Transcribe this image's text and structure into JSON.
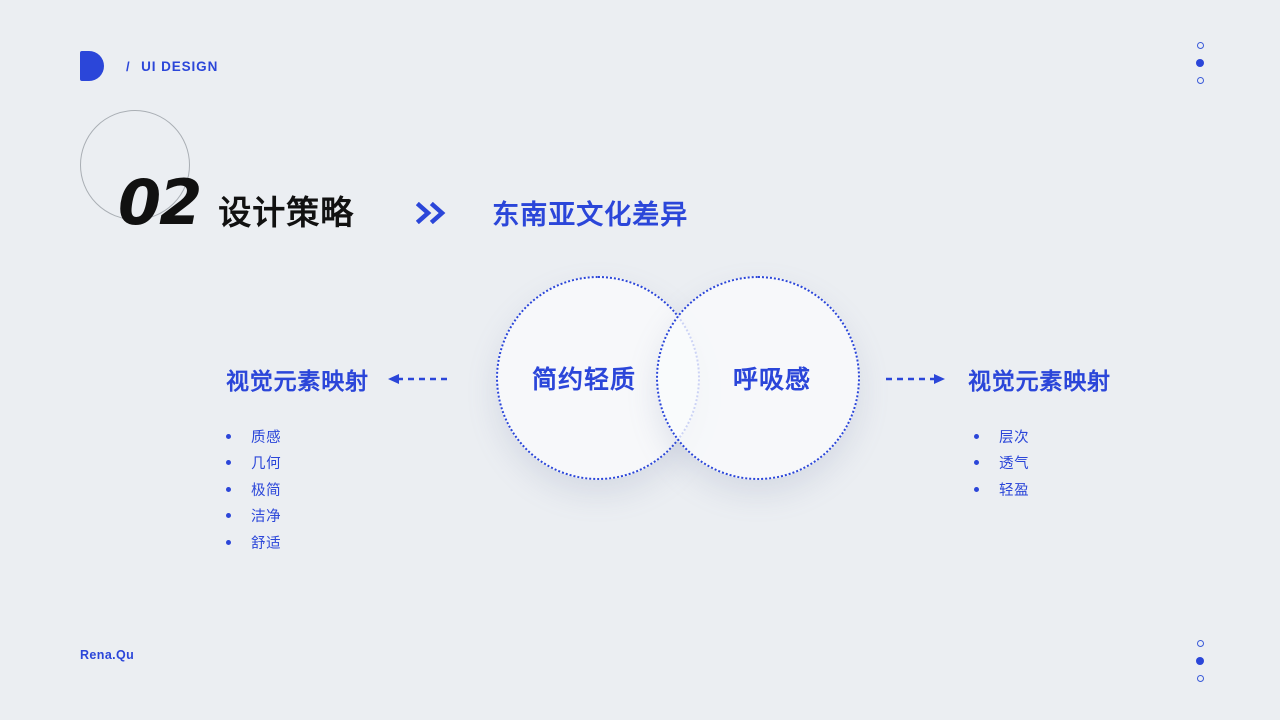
{
  "theme": {
    "background": "#ebeef2",
    "accent": "#2b46d9",
    "ink": "#111111",
    "ring": "#a9aeb4"
  },
  "header": {
    "logo_icon": "d-mark-logo",
    "separator": "/",
    "brand": "UI DESIGN"
  },
  "title": {
    "number": "02",
    "main": "设计策略",
    "chevron_icon": "double-chevron-right-icon",
    "subtitle": "东南亚文化差异"
  },
  "venn": {
    "left_label": "简约轻质",
    "right_label": "呼吸感"
  },
  "panels": {
    "left": {
      "title": "视觉元素映射",
      "arrow_icon": "dashed-arrow-left-icon",
      "items": [
        {
          "label": "质感"
        },
        {
          "label": "几何"
        },
        {
          "label": "极简"
        },
        {
          "label": "洁净"
        },
        {
          "label": "舒适"
        }
      ]
    },
    "right": {
      "title": "视觉元素映射",
      "arrow_icon": "dashed-arrow-right-icon",
      "items": [
        {
          "label": "层次"
        },
        {
          "label": "透气"
        },
        {
          "label": "轻盈"
        }
      ]
    }
  },
  "indicators": {
    "top": [
      {
        "state": "hollow"
      },
      {
        "state": "filled"
      },
      {
        "state": "hollow"
      }
    ],
    "bottom": [
      {
        "state": "hollow"
      },
      {
        "state": "filled"
      },
      {
        "state": "hollow"
      }
    ]
  },
  "footer": {
    "author": "Rena.Qu"
  }
}
